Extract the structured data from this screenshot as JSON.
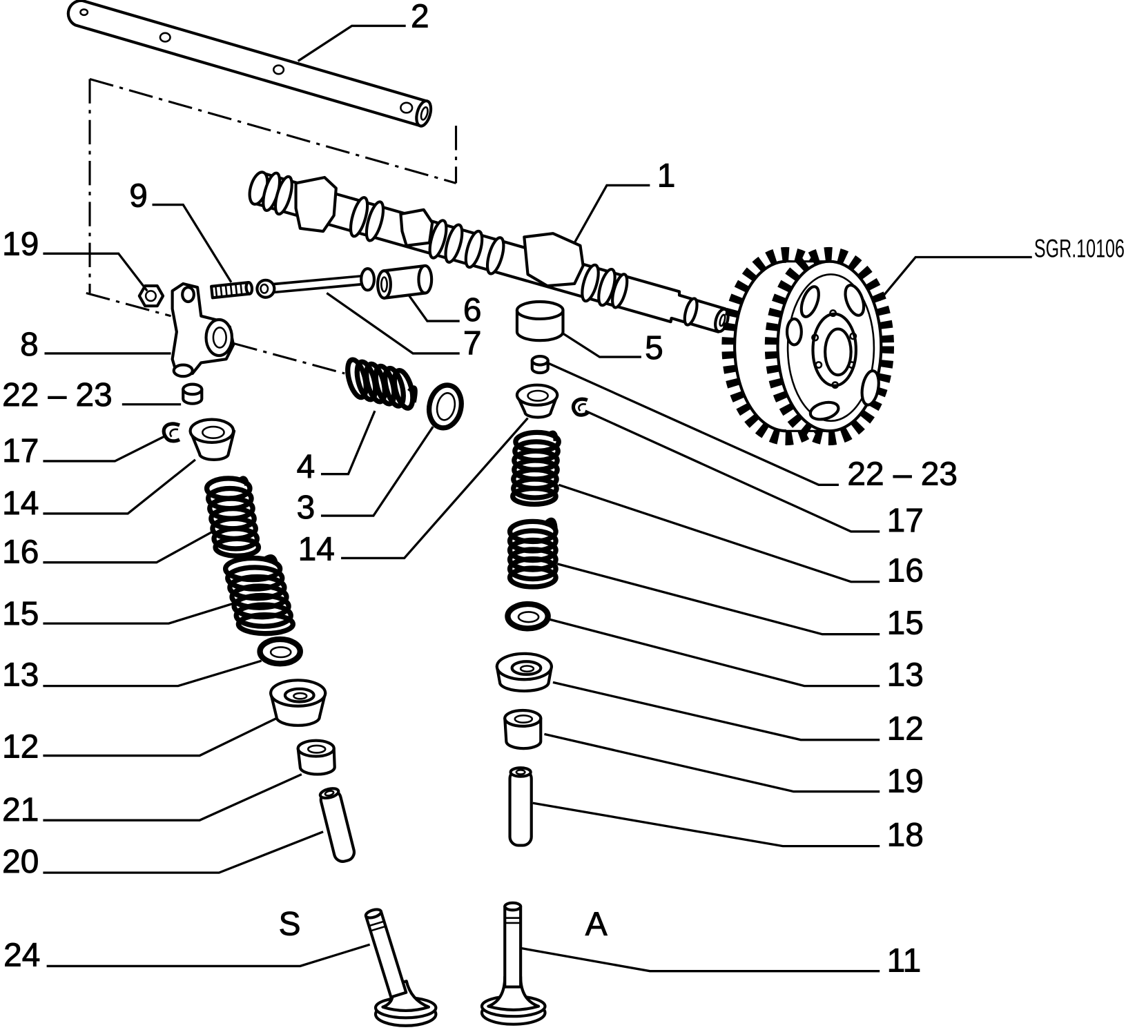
{
  "drawing_code": "SGR.10106",
  "side_labels": {
    "left": "S",
    "right": "A"
  },
  "callouts": {
    "c1": "1",
    "c2": "2",
    "c3": "3",
    "c4": "4",
    "c5": "5",
    "c6": "6",
    "c7": "7",
    "c8": "8",
    "c9": "9",
    "c11": "11",
    "c24": "24",
    "c14_center": "14",
    "left_column": {
      "c19": "19",
      "c22_23": "22 – 23",
      "c17": "17",
      "c14": "14",
      "c16": "16",
      "c15": "15",
      "c13": "13",
      "c12": "12",
      "c21": "21",
      "c20": "20"
    },
    "right_column": {
      "c22_23": "22 – 23",
      "c17": "17",
      "c16": "16",
      "c15": "15",
      "c13": "13",
      "c12": "12",
      "c19": "19",
      "c18": "18"
    }
  }
}
